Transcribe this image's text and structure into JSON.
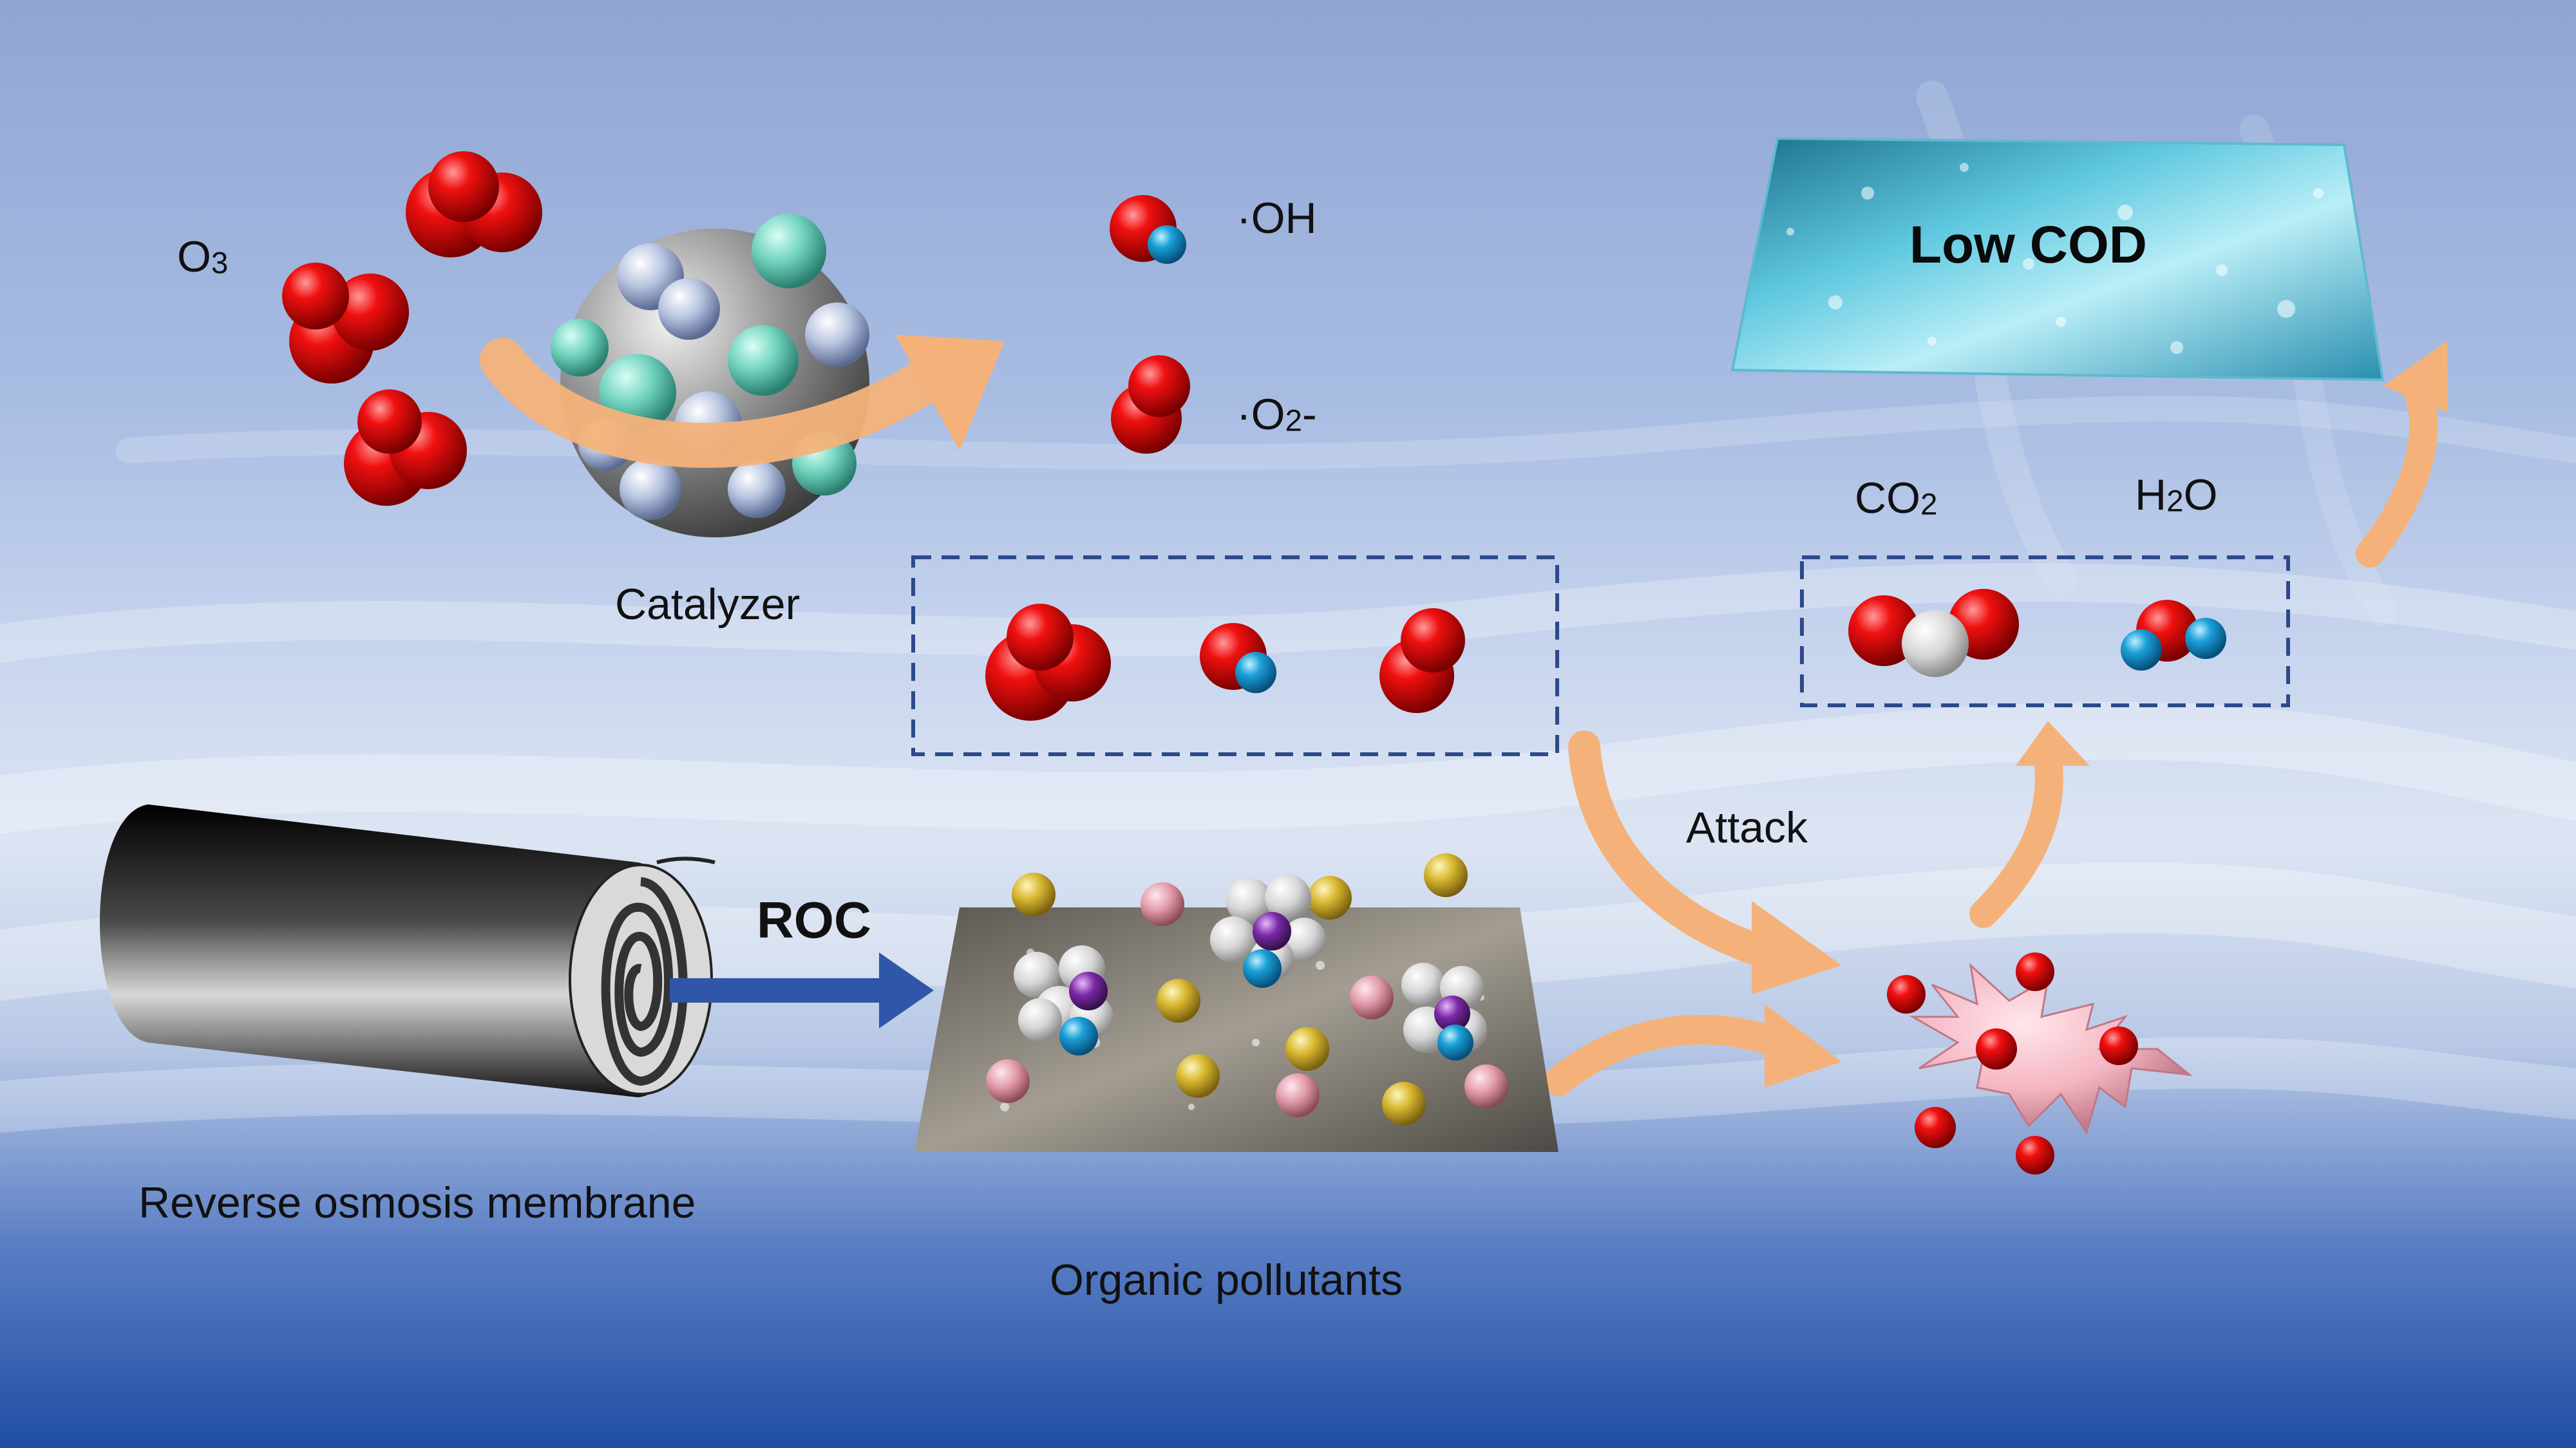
{
  "labels": {
    "o3": {
      "main": "O",
      "sub": "3"
    },
    "oh": "·OH",
    "o2_radical": {
      "main": "·O",
      "sub": "2",
      "tail": "-"
    },
    "catalyzer": "Catalyzer",
    "low_cod": "Low COD",
    "co2": {
      "main": "CO",
      "sub": "2"
    },
    "h2o": {
      "main": "H",
      "sub": "2",
      "tail": "O"
    },
    "attack": "Attack",
    "roc": "ROC",
    "ro_membrane": "Reverse osmosis membrane",
    "organic_pollutants": "Organic pollutants"
  },
  "colors": {
    "oxygen": "#e00000",
    "hydrogen": "#1aa0d8",
    "carbon": "#d8d8d8",
    "arrow_orange": "#f4b27a",
    "arrow_blue": "#2f56a8",
    "dashed_box": "#2c4a8a",
    "pollutant_pink": "#f4b6c2",
    "gold": "#d8b830",
    "purple": "#7a2aa6"
  }
}
